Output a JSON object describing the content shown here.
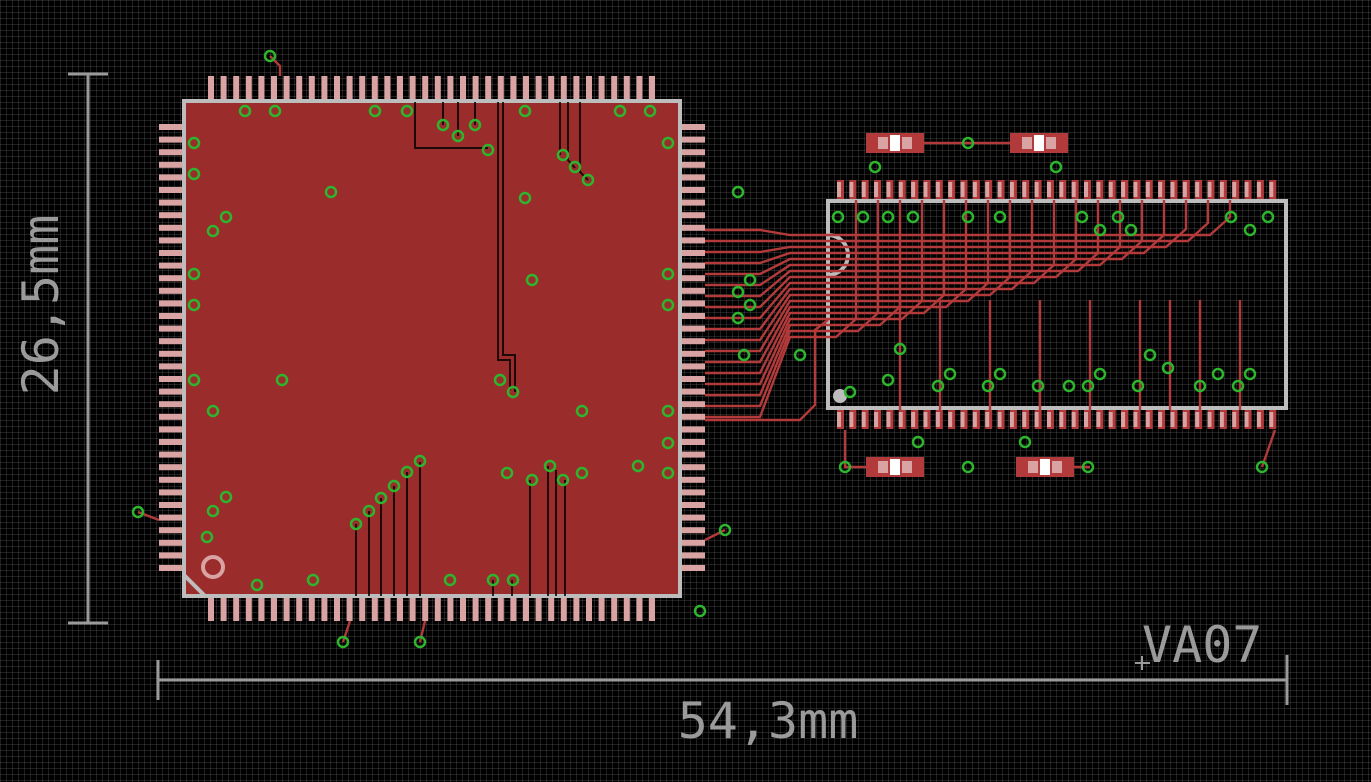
{
  "board": {
    "height_dimension": "26,5mm",
    "width_dimension": "54,3mm",
    "label": "VA07"
  },
  "colors": {
    "background": "#000000",
    "grid": "#3a3a3a",
    "copper_pour": "#9b2c2c",
    "trace": "#b33a3a",
    "pad": "#d9a3a3",
    "via": "#2db52d",
    "silkscreen": "#bdbdbd"
  },
  "components": [
    {
      "name": "qfp-chip",
      "kind": "QFP"
    },
    {
      "name": "ssop-chip",
      "kind": "SSOP"
    },
    {
      "name": "resistor-r1"
    },
    {
      "name": "resistor-r2"
    },
    {
      "name": "resistor-r3"
    },
    {
      "name": "resistor-r4"
    }
  ]
}
